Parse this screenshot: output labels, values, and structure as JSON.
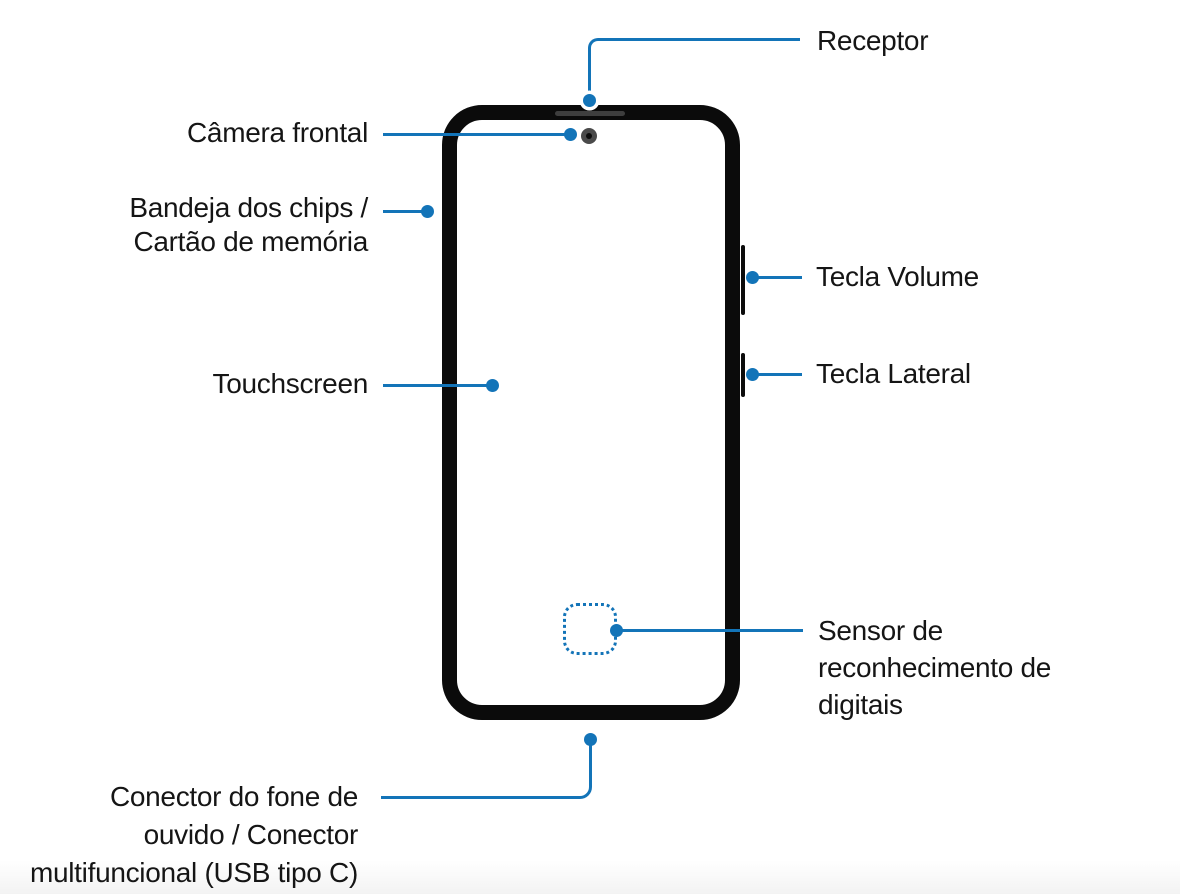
{
  "diagram": {
    "type": "device-callout-diagram",
    "device": "smartphone front view",
    "labels": {
      "receptor": "Receptor",
      "camera": "Câmera frontal",
      "bandeja": [
        "Bandeja dos chips /",
        "Cartão de memória"
      ],
      "touchscreen": "Touchscreen",
      "volume": "Tecla Volume",
      "lateral": "Tecla Lateral",
      "sensor": [
        "Sensor de",
        "reconhecimento de",
        "digitais"
      ],
      "conector": [
        "Conector do fone de",
        "ouvido / Conector",
        "multifuncional (USB tipo C)"
      ]
    },
    "parts": {
      "receiver": "receiver-slot",
      "front_camera": "front-camera-lens",
      "volume_key": "volume-key",
      "side_key": "side-key",
      "fingerprint": "fingerprint-sensor-area",
      "screen": "touchscreen-area",
      "tray": "sim-memory-tray-edge",
      "connector": "usb-headset-connector-edge"
    },
    "colors": {
      "callout_blue": "#1374B8",
      "phone_black": "#0B0B0B",
      "text": "#151515"
    }
  }
}
